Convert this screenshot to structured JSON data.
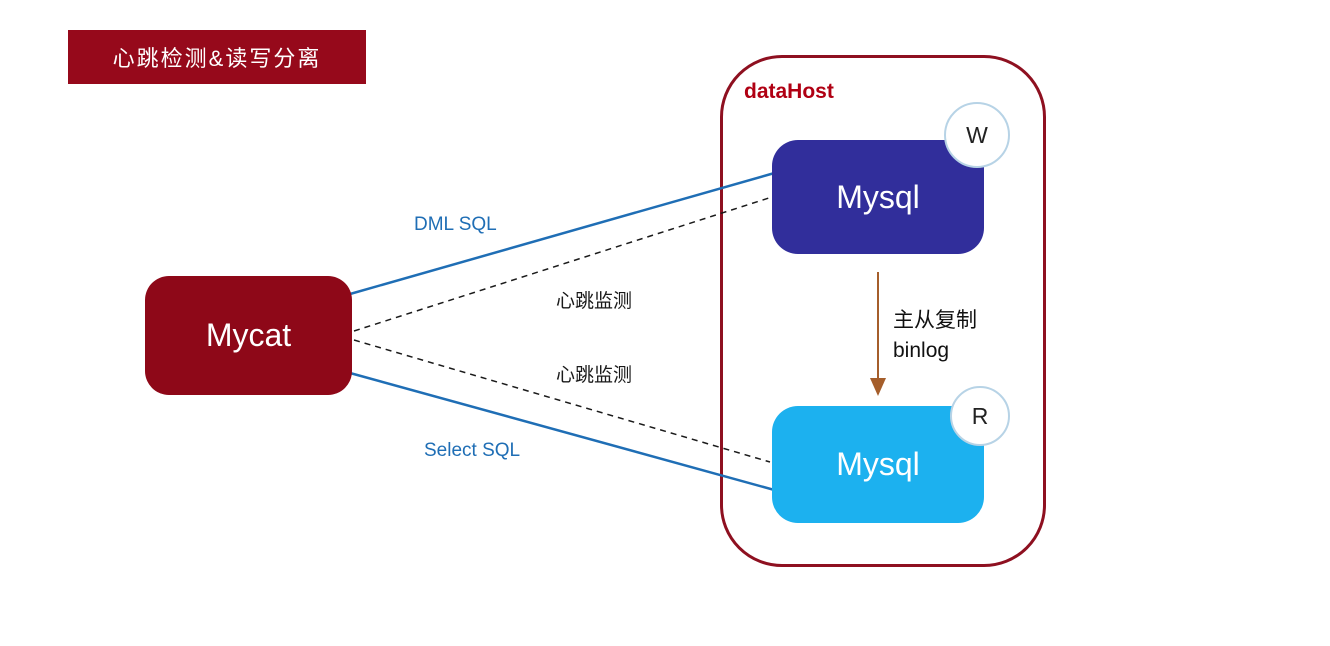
{
  "title_banner": {
    "label": "心跳检测&读写分离"
  },
  "nodes": {
    "mycat": {
      "label": "Mycat"
    },
    "datahost": {
      "label": "dataHost"
    },
    "mysql_write": {
      "label": "Mysql",
      "badge": "W"
    },
    "mysql_read": {
      "label": "Mysql",
      "badge": "R"
    }
  },
  "edges": {
    "dml_sql": {
      "label": "DML SQL"
    },
    "select_sql": {
      "label": "Select SQL"
    },
    "heartbeat_top": {
      "label": "心跳监测"
    },
    "heartbeat_bottom": {
      "label": "心跳监测"
    },
    "replication": {
      "label_line1": "主从复制",
      "label_line2": "binlog"
    }
  },
  "colors": {
    "banner_maroon": "#96091b",
    "mycat_maroon": "#8e0818",
    "datahost_border": "#8e1020",
    "datahost_label": "#b00013",
    "mysql_write_indigo": "#312e9b",
    "mysql_read_cyan": "#1cb1ef",
    "sql_line_blue": "#1f6eb5",
    "heartbeat_black": "#1a1a1a",
    "replication_brown": "#a55e2b",
    "badge_border": "#b7d3e6"
  }
}
